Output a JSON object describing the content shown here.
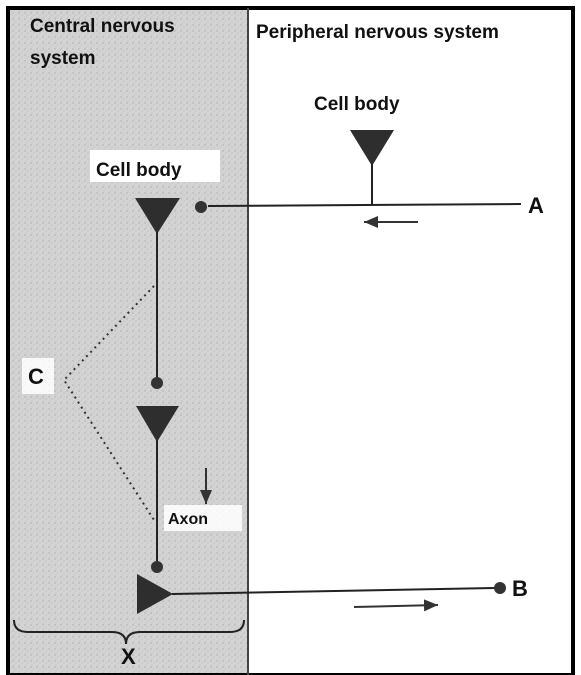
{
  "headers": {
    "cns_line1": "Central nervous",
    "cns_line2": "system",
    "pns": "Peripheral nervous system"
  },
  "labels": {
    "cell_body_pns": "Cell body",
    "cell_body_cns": "Cell body",
    "a": "A",
    "b": "B",
    "c": "C",
    "x": "X",
    "axon": "Axon"
  },
  "colors": {
    "cns_background": "#d6d6d6",
    "pns_background": "#ffffff",
    "ink": "#1a1a1a",
    "border": "#000000"
  }
}
